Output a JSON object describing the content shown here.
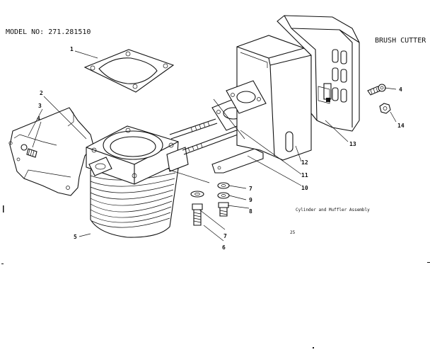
{
  "header": {
    "model": "MODEL NO: 271.281510",
    "product": "BRUSH CUTTER"
  },
  "caption": "Cylinder and Muffler Assembly",
  "page_number": "25",
  "parts": [
    {
      "id": "p1",
      "label": "1"
    },
    {
      "id": "p2",
      "label": "2"
    },
    {
      "id": "p3",
      "label": "3"
    },
    {
      "id": "p4a",
      "label": "4"
    },
    {
      "id": "p4b",
      "label": "4"
    },
    {
      "id": "p5",
      "label": "5"
    },
    {
      "id": "p6",
      "label": "6"
    },
    {
      "id": "p7a",
      "label": "7"
    },
    {
      "id": "p7b",
      "label": "7"
    },
    {
      "id": "p8",
      "label": "8"
    },
    {
      "id": "p9",
      "label": "9"
    },
    {
      "id": "p10",
      "label": "10"
    },
    {
      "id": "p11",
      "label": "11"
    },
    {
      "id": "p12",
      "label": "12"
    },
    {
      "id": "p13",
      "label": "13"
    },
    {
      "id": "p14",
      "label": "14"
    }
  ]
}
